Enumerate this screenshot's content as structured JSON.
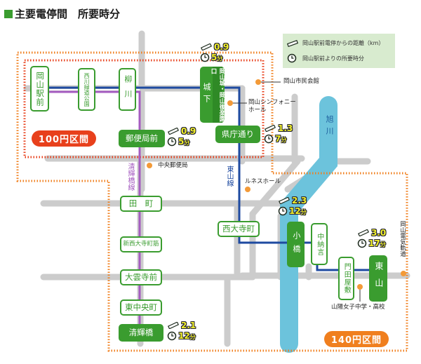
{
  "title": "主要電停間　所要時分",
  "legend": {
    "distance_label": "岡山駅前電停からの距離（km）",
    "time_label": "岡山駅前よりの所要時分",
    "distance_icon": "ruler-icon",
    "time_icon": "clock-icon"
  },
  "zones": {
    "inner": "100円区間",
    "outer": "140円区間",
    "inner_color": "#e8401c",
    "outer_color": "#f07f1e"
  },
  "lines": {
    "higashiyama": "東山線",
    "seikibashi": "清輝橋線",
    "higashiyama_color": "#1e4aa0",
    "seikibashi_color": "#a55cc0"
  },
  "river": "旭川",
  "stations": {
    "okayama_ekimae": "岡山駅前",
    "nishigawa": "西川緑道公園",
    "yanagawa": "柳川",
    "shiroshita_a": "城下",
    "shiroshita_b": "岡山城・岡山後楽園口",
    "yubinkyokumae": "郵便局前",
    "kenchodori": "県庁通り",
    "tamachi": "田　町",
    "shin_saidaiji": "新西大寺町筋",
    "saidaijicho": "西大寺町",
    "daiunjimae": "大雲寺前",
    "higashichuocho": "東中央町",
    "seikibashi": "清輝橋",
    "kobashi": "小橋",
    "nakanosho": "中納言",
    "kadotayashiki": "門田屋敷",
    "higashiyama": "東山"
  },
  "stop_info": {
    "shiroshita": {
      "km": "0.9",
      "min": "5",
      "unit": "分"
    },
    "yubinkyokumae": {
      "km": "0.9",
      "min": "5",
      "unit": "分"
    },
    "kenchodori": {
      "km": "1.3",
      "min": "7",
      "unit": "分"
    },
    "seikibashi": {
      "km": "2.1",
      "min": "12",
      "unit": "分"
    },
    "kobashi": {
      "km": "2.3",
      "min": "12",
      "unit": "分"
    },
    "higashiyama": {
      "km": "3.0",
      "min": "17",
      "unit": "分"
    }
  },
  "landmarks": {
    "shimin_kaikan": "岡山市民会館",
    "symphony_hall": "岡山シンフォニー\nホール",
    "chuo_yubinkyoku": "中央郵便局",
    "runesu_hall": "ルネスホール",
    "sanyo_school": "山陽女子中学・高校",
    "okayama_denki": "岡山電気軌道"
  }
}
